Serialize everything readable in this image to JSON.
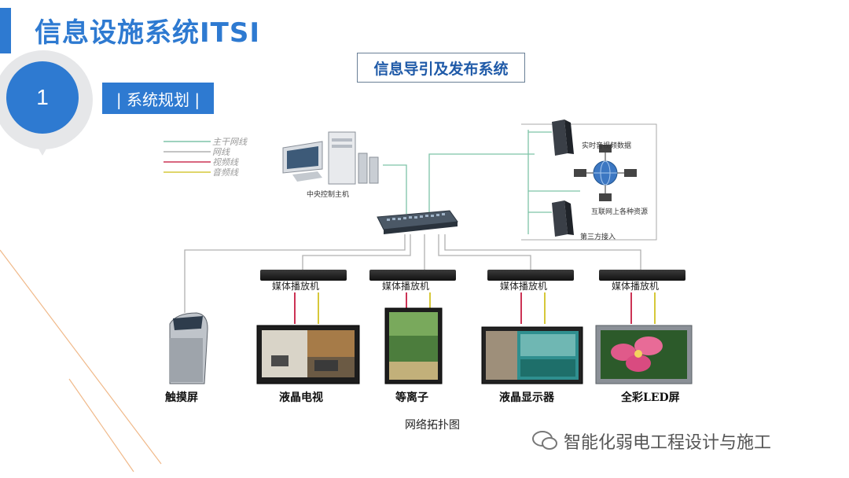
{
  "header": {
    "title": "信息设施系统ITSI"
  },
  "badge": {
    "number": "1"
  },
  "section": {
    "label": "| 系统规划 |"
  },
  "subtitle": "信息导引及发布系统",
  "legend": [
    {
      "label": "主干网线",
      "color": "#7ec3a8"
    },
    {
      "label": "网线",
      "color": "#b0b0b0"
    },
    {
      "label": "视频线",
      "color": "#cc3355"
    },
    {
      "label": "音频线",
      "color": "#d6c83a"
    }
  ],
  "diagram": {
    "host_label": "中央控制主机",
    "remote": {
      "realtime_label": "实时音视频数据",
      "internet_label": "互联网上各种资源",
      "third_party_label": "第三方接入"
    },
    "player_label": "媒体播放机",
    "devices": [
      {
        "label": "触摸屏"
      },
      {
        "label": "液晶电视"
      },
      {
        "label": "等离子"
      },
      {
        "label": "液晶显示器"
      },
      {
        "label": "全彩LED屏"
      }
    ],
    "caption": "网络拓扑图"
  },
  "watermark": "智能化弱电工程设计与施工"
}
